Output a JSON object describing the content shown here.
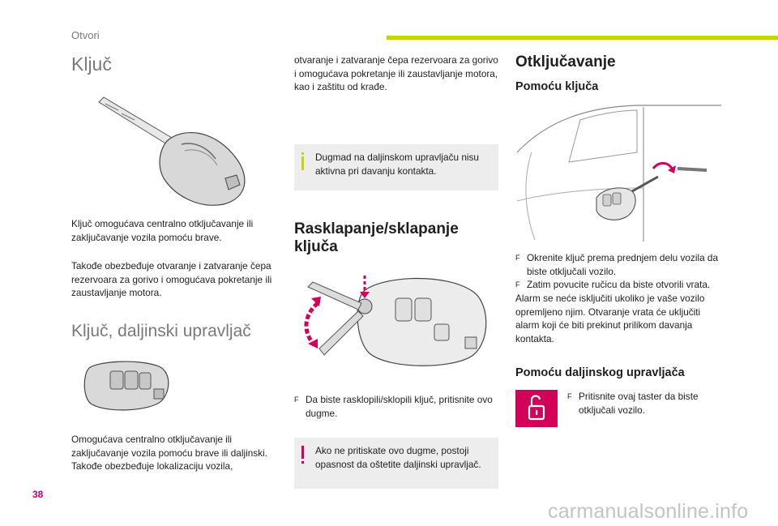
{
  "header": {
    "section": "Otvori",
    "accent": "#c8d400"
  },
  "col1": {
    "title_key": "Ključ",
    "para1": "Ključ omogućava centralno otključavanje ili zaključavanje vozila pomoću brave.",
    "para2": "Takođe obezbeđuje otvaranje i zatvaranje čepa rezervoara za gorivo i omogućava pokretanje ili zaustavljanje motora.",
    "title_remote": "Ključ, daljinski upravljač",
    "para3": "Omogućava centralno otključavanje ili zaključavanje vozila pomoću brave ili daljinski. Takođe obezbeđuje lokalizaciju vozila,"
  },
  "col2": {
    "continued": "otvaranje i zatvaranje čepa rezervoara za gorivo i omogućava pokretanje ili zaustavljanje motora, kao i zaštitu od krađe.",
    "info_note": "Dugmad na daljinskom upravljaču nisu aktivna pri davanju kontakta.",
    "title_fold": "Rasklapanje/sklapanje ključa",
    "fold_instruction": "Da biste rasklopili/sklopili ključ, pritisnite ovo dugme.",
    "warning_note": "Ako ne pritiskate ovo dugme, postoji opasnost da oštetite daljinski upravljač."
  },
  "col3": {
    "title_unlock": "Otključavanje",
    "sub_key": "Pomoću ključa",
    "step1": "Okrenite ključ prema prednjem delu vozila da biste otključali vozilo.",
    "step2": "Zatim povucite ručicu da biste otvorili vrata.",
    "step2_note": "Alarm se neće isključiti ukoliko je vaše vozilo opremljeno njim. Otvaranje vrata će uključiti alarm koji će biti prekinut prilikom davanja kontakta.",
    "sub_remote": "Pomoću daljinskog upravljača",
    "remote_step": "Pritisnite ovaj taster da biste otključali vozilo."
  },
  "bullet_glyph": "F",
  "footer": {
    "page_number": "38",
    "watermark": "carmanualsonline.info"
  },
  "colors": {
    "accent_green": "#c8d400",
    "accent_magenta": "#d3005a",
    "unlock_icon_bg": "#d3005a"
  }
}
